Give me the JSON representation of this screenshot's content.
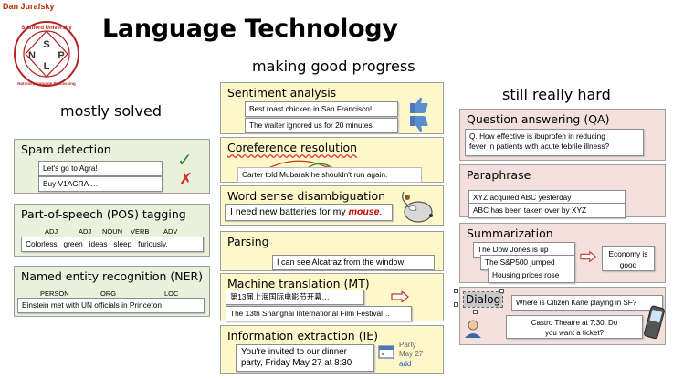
{
  "author": "Dan Jurafsky",
  "title": "Language Technology",
  "logo": {
    "ring_text_top": "Stanford University",
    "ring_text_bottom": "Natural Language Processing",
    "letters": [
      "S",
      "N",
      "L",
      "P"
    ],
    "color": "#b52222"
  },
  "headings": {
    "left": "mostly solved",
    "middle": "making good progress",
    "right": "still really hard"
  },
  "left": {
    "spam": {
      "title": "Spam detection",
      "ex1": "Let's go to Agra!",
      "ex2": "Buy V1AGRA …",
      "check": "✓",
      "cross": "✗"
    },
    "pos": {
      "title": "Part-of-speech (POS) tagging",
      "tags": [
        "ADJ",
        "ADJ",
        "NOUN",
        "VERB",
        "ADV"
      ],
      "sentence": "Colorless   green   ideas   sleep   furiously."
    },
    "ner": {
      "title": "Named entity recognition (NER)",
      "tags": [
        "PERSON",
        "ORG",
        "LOC"
      ],
      "sentence": "Einstein met with UN officials in Princeton"
    }
  },
  "middle": {
    "sentiment": {
      "title": "Sentiment analysis",
      "ex1": "Best roast chicken in San Francisco!",
      "ex2": "The waiter ignored us for 20 minutes."
    },
    "coref": {
      "title": "Coreference resolution",
      "ex": "Carter told Mubarak he shouldn't run again."
    },
    "wsd": {
      "title": "Word sense disambiguation",
      "ex_prefix": "I need new batteries for my ",
      "ex_word": "mouse",
      "ex_suffix": "."
    },
    "parsing": {
      "title": "Parsing",
      "ex": "I can see Alcatraz from the window!"
    },
    "mt": {
      "title": "Machine translation (MT)",
      "ex1": "第13届上海国际电影节开幕…",
      "ex2": "The 13th Shanghai International Film Festival…"
    },
    "ie": {
      "title": "Information extraction (IE)",
      "ex_line1": "You're invited to our dinner",
      "ex_line2": "party, Friday May 27 at 8:30",
      "cal_line1": "Party",
      "cal_line2": "May 27",
      "cal_link": "add"
    }
  },
  "right": {
    "qa": {
      "title": "Question answering (QA)",
      "ex_line1": "Q. How effective is ibuprofen in reducing",
      "ex_line2": "fever in patients with acute febrile illness?"
    },
    "paraphrase": {
      "title": "Paraphrase",
      "ex1": "XYZ acquired ABC yesterday",
      "ex2": "ABC has been taken over by XYZ"
    },
    "summarization": {
      "title": "Summarization",
      "ex1": "The Dow Jones is up",
      "ex2": "The S&P500 jumped",
      "ex3": "Housing prices rose",
      "result_line1": "Economy is",
      "result_line2": "good"
    },
    "dialog": {
      "title": "Dialog",
      "ex1": "Where is Citizen Kane playing in SF?",
      "ex2_line1": "Castro Theatre at 7:30. Do",
      "ex2_line2": "you want a ticket?"
    }
  },
  "colors": {
    "green_panel": "#e9f1dc",
    "yellow_panel": "#fdf7c9",
    "pink_panel": "#f3e0dc",
    "check": "#2e8b2e",
    "cross": "#d62b2b",
    "arrow": "#c0392b",
    "mouse_word": "#c00000"
  }
}
